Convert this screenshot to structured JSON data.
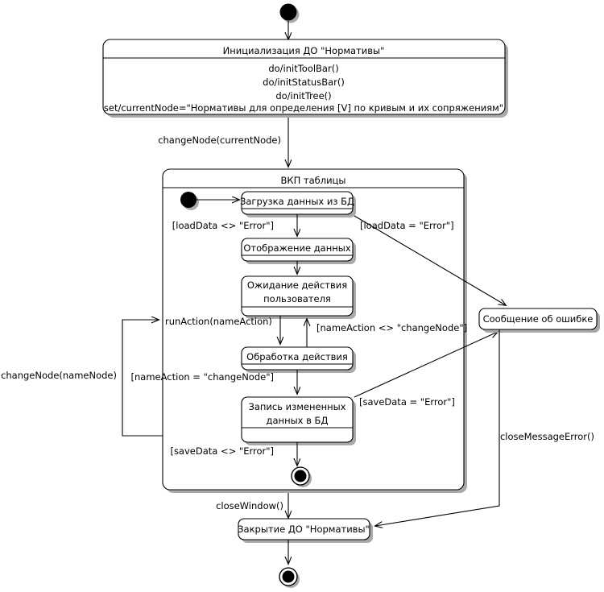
{
  "diagram": {
    "type": "uml-state-machine",
    "language": "ru",
    "nodes": {
      "start_top": {
        "kind": "initial-state",
        "label": ""
      },
      "init_state": {
        "kind": "state",
        "name": "Инициализация ДО \"Нормативы\"",
        "activities": [
          "do/initToolBar()",
          "do/initStatusBar()",
          "do/initTree()",
          "set/currentNode=\"Нормативы для определения [V] по кривым и их сопряжениям\""
        ]
      },
      "composite": {
        "kind": "composite-state",
        "name": "ВКП таблицы"
      },
      "start_inner": {
        "kind": "initial-state",
        "label": ""
      },
      "load_data": {
        "kind": "state",
        "name": "Загрузка данных из БД"
      },
      "show_data": {
        "kind": "state",
        "name": "Отображение данных"
      },
      "wait_action": {
        "kind": "state",
        "name": "Ожидание действия пользователя",
        "name_line1": "Ожидание действия",
        "name_line2": "пользователя"
      },
      "process_action": {
        "kind": "state",
        "name": "Обработка действия"
      },
      "save_data": {
        "kind": "state",
        "name": "Запись измененных данных в БД",
        "name_line1": "Запись измененных",
        "name_line2": "данных в БД"
      },
      "final_inner": {
        "kind": "final-state",
        "label": ""
      },
      "error_msg": {
        "kind": "state",
        "name": "Сообщение об ошибке"
      },
      "close_state": {
        "kind": "state",
        "name": "Закрытие ДО \"Нормативы\""
      },
      "final_bottom": {
        "kind": "final-state",
        "label": ""
      }
    },
    "transitions": [
      {
        "id": "t_start_init",
        "from": "start_top",
        "to": "init_state",
        "label": ""
      },
      {
        "id": "t_init_composite",
        "from": "init_state",
        "to": "composite",
        "label": "changeNode(currentNode)"
      },
      {
        "id": "t_start_load",
        "from": "start_inner",
        "to": "load_data",
        "label": ""
      },
      {
        "id": "t_load_show",
        "from": "load_data",
        "to": "show_data",
        "label": "[loadData <> \"Error\"]"
      },
      {
        "id": "t_load_error",
        "from": "load_data",
        "to": "error_msg",
        "label": "[loadData = \"Error\"]"
      },
      {
        "id": "t_show_wait",
        "from": "show_data",
        "to": "wait_action",
        "label": ""
      },
      {
        "id": "t_wait_process",
        "from": "wait_action",
        "to": "process_action",
        "label": "runAction(nameAction)"
      },
      {
        "id": "t_process_wait",
        "from": "process_action",
        "to": "wait_action",
        "label": "[nameAction <> \"changeNode\"]"
      },
      {
        "id": "t_process_save",
        "from": "process_action",
        "to": "save_data",
        "label": "[nameAction = \"changeNode\"]"
      },
      {
        "id": "t_save_error",
        "from": "save_data",
        "to": "error_msg",
        "label": "[saveData = \"Error\"]"
      },
      {
        "id": "t_save_final",
        "from": "save_data",
        "to": "final_inner",
        "label": "[saveData <> \"Error\"]"
      },
      {
        "id": "t_loop_changenode",
        "from": "composite",
        "to": "composite",
        "label": "changeNode(nameNode)"
      },
      {
        "id": "t_close_window",
        "from": "composite",
        "to": "close_state",
        "label": "closeWindow()"
      },
      {
        "id": "t_close_message",
        "from": "error_msg",
        "to": "close_state",
        "label": "closeMessageError()"
      },
      {
        "id": "t_close_final",
        "from": "close_state",
        "to": "final_bottom",
        "label": ""
      }
    ],
    "colors": {
      "line": "#000000",
      "fill": "#ffffff",
      "shadow": "#a9a9a9",
      "background": "#ffffff"
    }
  }
}
